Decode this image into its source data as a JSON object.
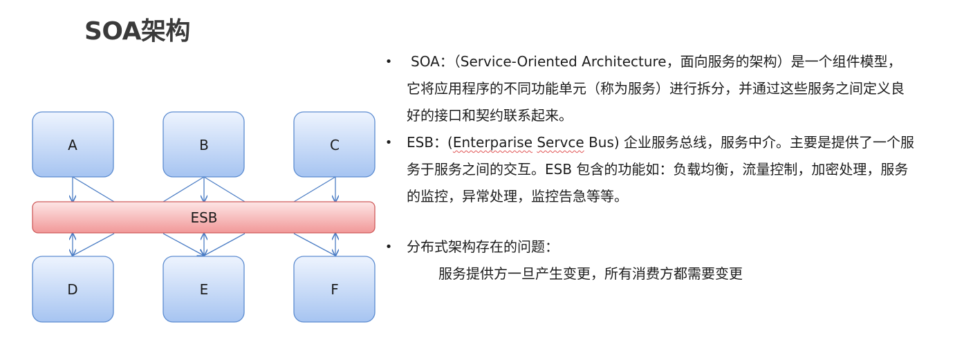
{
  "title": "SOA架构",
  "diagram": {
    "top_nodes": [
      "A",
      "B",
      "C"
    ],
    "bus_label": "ESB",
    "bottom_nodes": [
      "D",
      "E",
      "F"
    ],
    "colors": {
      "node_fill_top": "#e9f1fd",
      "node_fill_bottom": "#a9c6f2",
      "node_stroke": "#5b8bd0",
      "bus_fill_top": "#fde2e2",
      "bus_fill_bottom": "#f29a9a",
      "bus_stroke": "#cf5b5b",
      "arrow": "#4a7cc4"
    }
  },
  "bullets": {
    "soa_prefix": "SOA：（Service-Oriented Architecture，面向服务的架构）是一个组件模型，",
    "soa_line2": "它将应用程序的不同功能单元（称为服务）进行拆分，并通过这些服务之间定义良",
    "soa_line3": "好的接口和契约联系起来。",
    "esb_prefix": "ESB：(",
    "esb_name_a": "Enterparise",
    "esb_space": " ",
    "esb_name_b": "Servce",
    "esb_rest": " Bus) 企业服务总线，服务中介。主要是提供了一个服",
    "esb_line2": "务于服务之间的交互。ESB 包含的功能如：负载均衡，流量控制，加密处理，服务",
    "esb_line3": "的监控，异常处理，监控告急等等。",
    "problem_title": "分布式架构存在的问题：",
    "problem_detail": "服务提供方一旦产生变更，所有消费方都需要变更",
    "bullet_symbol": "•"
  }
}
